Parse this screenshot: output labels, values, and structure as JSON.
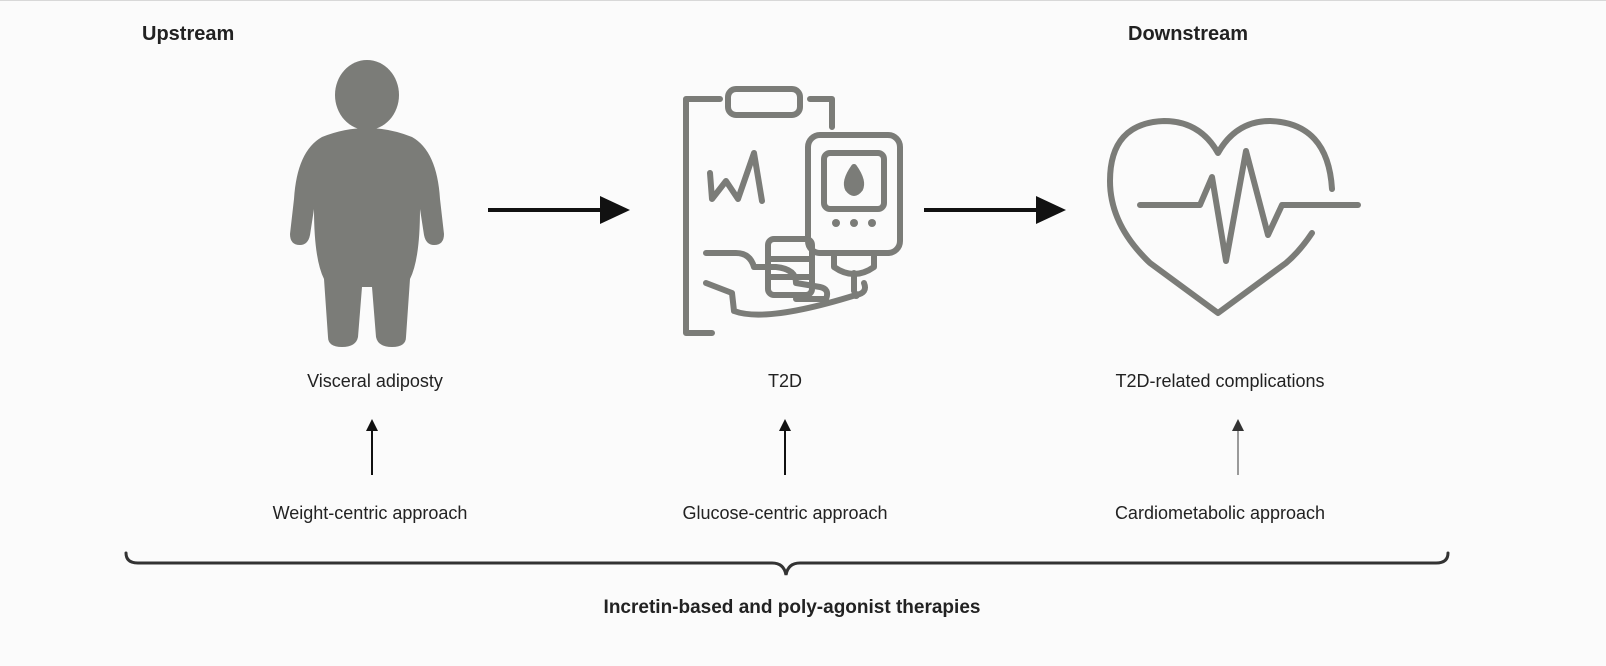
{
  "headers": {
    "upstream": "Upstream",
    "downstream": "Downstream"
  },
  "stages": [
    {
      "icon": "body-silhouette-icon",
      "label": "Visceral adiposty",
      "approach": "Weight-centric approach"
    },
    {
      "icon": "clipboard-glucometer-icon",
      "label": "T2D",
      "approach": "Glucose-centric approach"
    },
    {
      "icon": "heart-pulse-icon",
      "label": "T2D-related complications",
      "approach": "Cardiometabolic approach"
    }
  ],
  "footer": "Incretin-based and poly-agonist therapies",
  "colors": {
    "icon": "#7b7c78",
    "arrow": "#111111",
    "text": "#222222"
  }
}
